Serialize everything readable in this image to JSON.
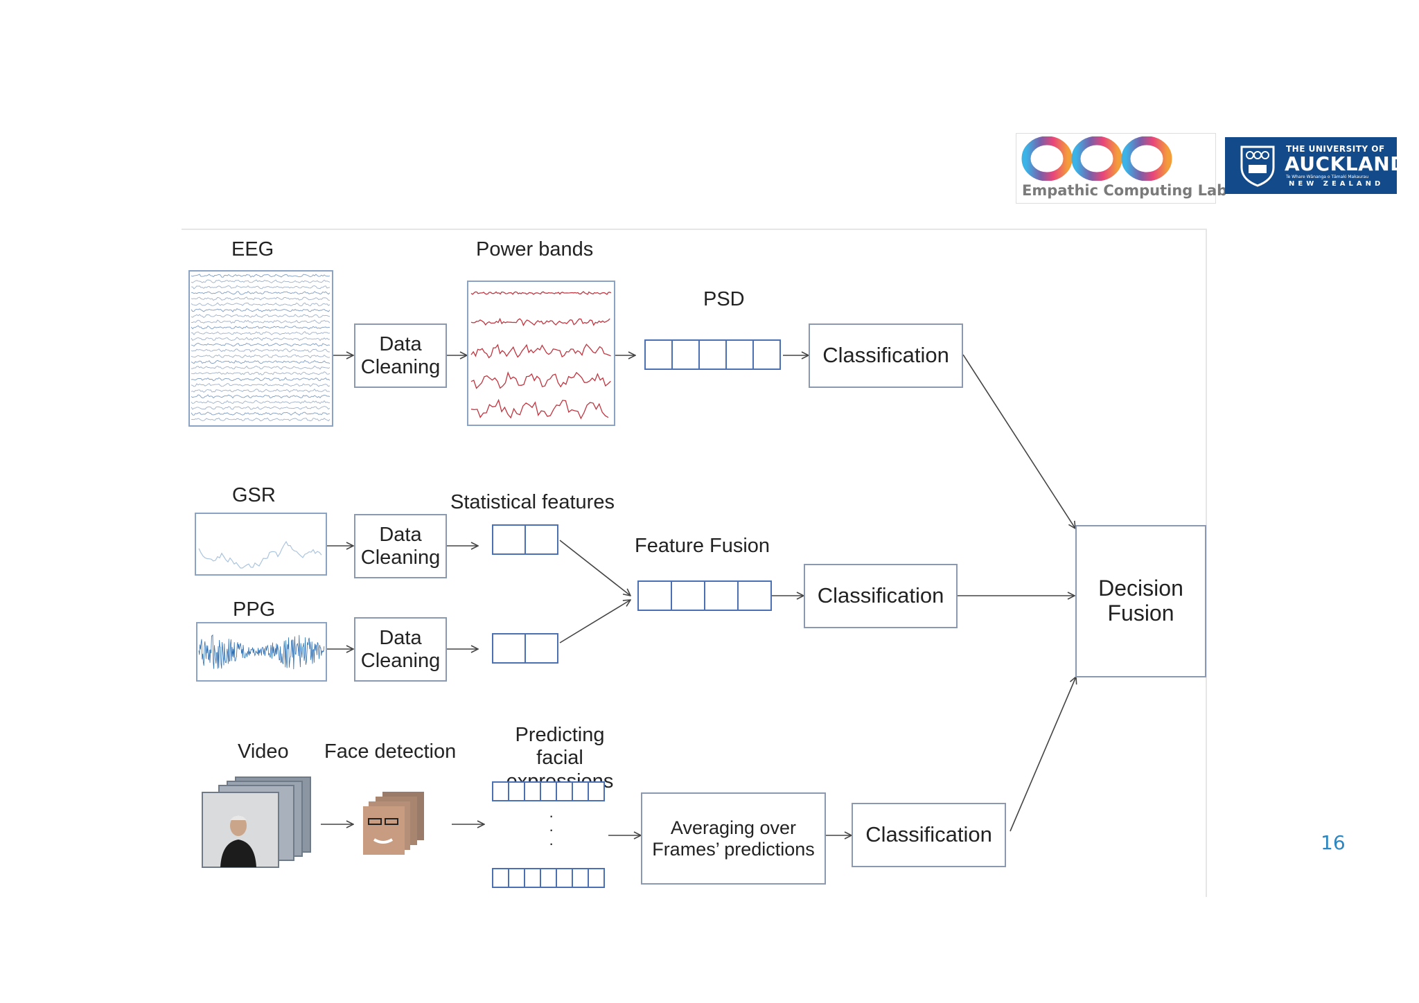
{
  "logos": {
    "lab_name": "Empathic Computing Lab",
    "university_line1": "THE UNIVERSITY OF",
    "university_line2": "AUCKLAND",
    "university_line3": "Te Whare Wānanga o Tāmaki Makaurau",
    "university_line4": "NEW ZEALAND"
  },
  "diagram": {
    "eeg_row": {
      "signal_label": "EEG",
      "cleaning": "Data\nCleaning",
      "bands_label": "Power bands",
      "psd_label": "PSD",
      "classification": "Classification"
    },
    "physio_row": {
      "gsr_label": "GSR",
      "ppg_label": "PPG",
      "cleaning_gsr": "Data\nCleaning",
      "cleaning_ppg": "Data\nCleaning",
      "stat_label": "Statistical features",
      "fusion_label": "Feature Fusion",
      "classification": "Classification"
    },
    "video_row": {
      "video_label": "Video",
      "face_label": "Face detection",
      "predicting_label": "Predicting\nfacial expressions",
      "vertical_dots": "·\n·\n·",
      "averaging": "Averaging over\nFrames’ predictions",
      "classification": "Classification"
    },
    "decision_fusion": "Decision\nFusion"
  },
  "page_number": "16",
  "colors": {
    "box_border": "#8a98b0",
    "vector_border": "#4a6fb5",
    "power_band_red": "#c0343f",
    "ppg_blue": "#2f6fb0",
    "page_number": "#2e86c1",
    "uoa_blue": "#134b8a"
  }
}
